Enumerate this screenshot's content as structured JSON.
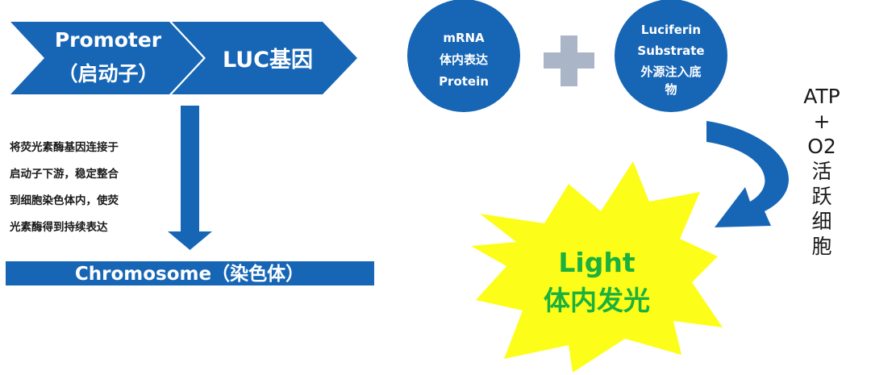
{
  "colors": {
    "blue": "#1766b6",
    "plus": "#aab6c8",
    "starburst": "#fdfd1a",
    "light_text": "#1cb03c",
    "text_dark": "#1a1a1a",
    "white": "#ffffff"
  },
  "promoter": {
    "line1": "Promoter",
    "line2": "（启动子）"
  },
  "luc_gene": {
    "label": "LUC基因"
  },
  "description": {
    "lines": [
      "将荧光素酶基因连接于",
      "启动子下游，稳定整合",
      "到细胞染色体内，使荧",
      "光素酶得到持续表达"
    ]
  },
  "chromosome": {
    "label": "Chromosome（染色体）"
  },
  "mrna_circle": {
    "line1": "mRNA",
    "line2": "体内表达",
    "line3": "Protein"
  },
  "luciferin_circle": {
    "line1": "Luciferin",
    "line2": "Substrate",
    "line3": "外源注入底",
    "line4": "物"
  },
  "atp_label": {
    "lines": [
      "ATP",
      "+",
      "O2",
      "活",
      "跃",
      "细",
      "胞"
    ]
  },
  "light": {
    "line1": "Light",
    "line2": "体内发光"
  }
}
